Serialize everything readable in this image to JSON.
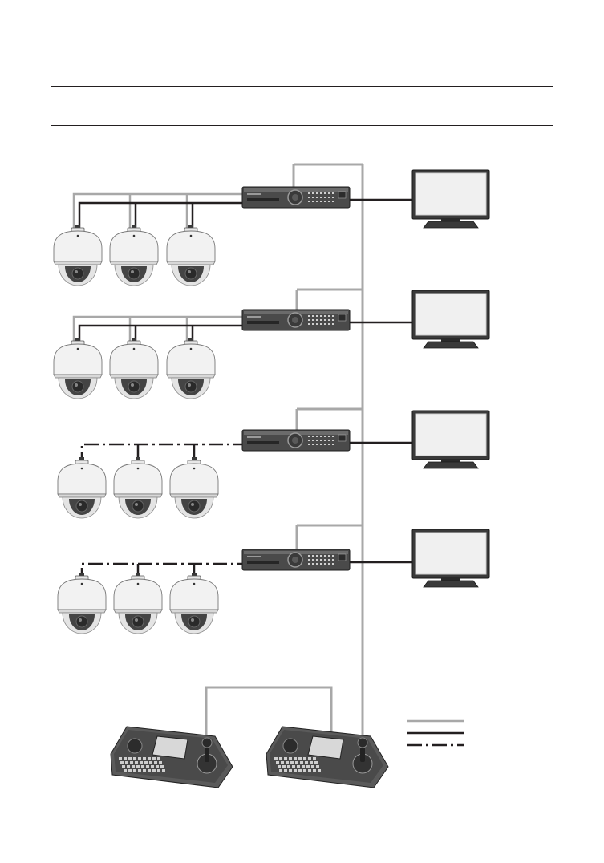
{
  "header": {},
  "colors": {
    "rs485_line": "#a8a8a8",
    "video_line": "#231f20",
    "network_line": "#231f20",
    "device_body": "#3d3d3d",
    "camera_dome": "#f2f2f2"
  },
  "diagram": {
    "groups": [
      {
        "cameras": 3,
        "link": "solid",
        "has_gray_bus": true
      },
      {
        "cameras": 3,
        "link": "solid",
        "has_gray_bus": true
      },
      {
        "cameras": 3,
        "link": "dashdot",
        "has_gray_bus": false
      },
      {
        "cameras": 3,
        "link": "dashdot",
        "has_gray_bus": false
      }
    ],
    "controllers": 2,
    "legend": [
      {
        "style": "gray",
        "label": ""
      },
      {
        "style": "solid",
        "label": ""
      },
      {
        "style": "dashdot",
        "label": ""
      }
    ]
  }
}
